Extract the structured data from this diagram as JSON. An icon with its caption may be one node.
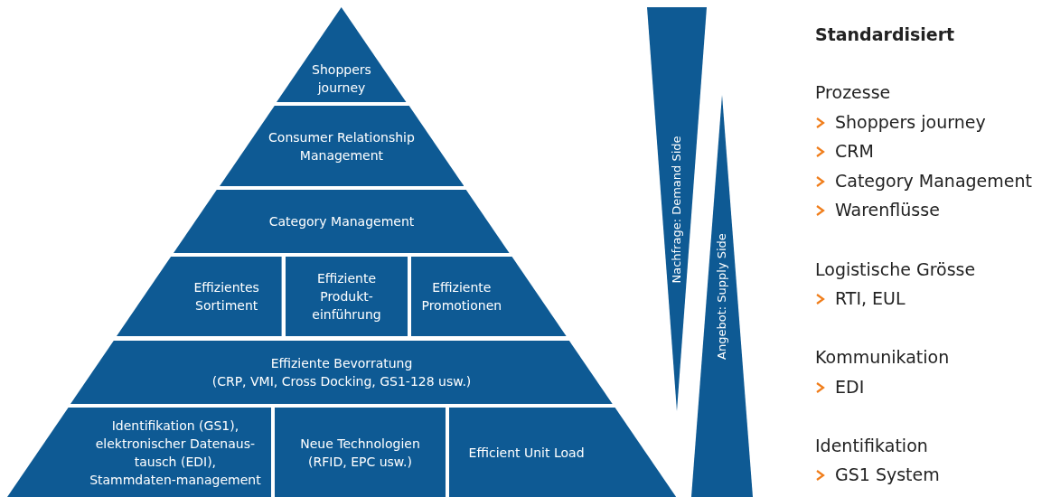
{
  "diagram": {
    "nodes": [
      {
        "text": [
          "Shoppers journey"
        ]
      },
      {
        "text": [
          "Consumer Relationship Management"
        ]
      },
      {
        "text": [
          "Category Management"
        ]
      },
      {
        "text": [
          "Effizientes Sortiment"
        ]
      },
      {
        "text": [
          "Effiziente Produkt-einführung"
        ]
      },
      {
        "text": [
          "Effiziente Promotionen"
        ]
      },
      {
        "text": [
          "Effiziente Bevorratung",
          "(CRP, VMI, Cross Docking, GS1-128 usw.)"
        ]
      },
      {
        "text": [
          "Identifikation (GS1), elektronischer Datenaus-tausch (EDI), Stammdaten-management"
        ]
      },
      {
        "text": [
          "Neue Technologien",
          "(RFID, EPC usw.)"
        ]
      },
      {
        "text": [
          "Efficient Unit Load"
        ]
      },
      {
        "text": [
          "Nachfrage: Demand Side"
        ]
      },
      {
        "text": [
          "Angebot: Supply Side"
        ]
      }
    ],
    "edges": [],
    "labels": [
      "Standardisiert",
      "Prozesse",
      "Shoppers journey",
      "CRM",
      "Category Management",
      "Warenflüsse",
      "Logistische Grösse",
      "RTI, EUL",
      "Kommunikation",
      "EDI",
      "Identifikation",
      "GS1 System"
    ]
  }
}
